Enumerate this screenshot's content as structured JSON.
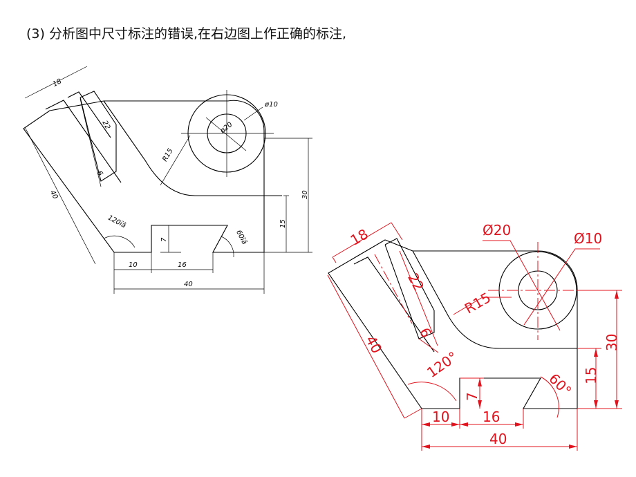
{
  "title": "(3)  分析图中尺寸标注的错误,在右边图上作正确的标注,",
  "left_drawing": {
    "dims": {
      "d18": "18",
      "d22": "22",
      "d6": "6",
      "d40_slant": "40",
      "d10_circle": "ø10",
      "d20_circle": "ø20",
      "r15": "R15",
      "a120": "120ïâ",
      "a60": "60ïâ",
      "d7": "7",
      "d10": "10",
      "d16": "16",
      "d40": "40",
      "d15": "15",
      "d30": "30"
    }
  },
  "right_drawing": {
    "dims": {
      "d18": "18",
      "d22": "22",
      "d6": "6",
      "d40_slant": "40",
      "d20_circle": "Ø20",
      "d10_circle": "Ø10",
      "r15": "R15",
      "a120": "120°",
      "a60": "60°",
      "d7": "7",
      "d10": "10",
      "d16": "16",
      "d40": "40",
      "d15": "15",
      "d30": "30"
    }
  }
}
